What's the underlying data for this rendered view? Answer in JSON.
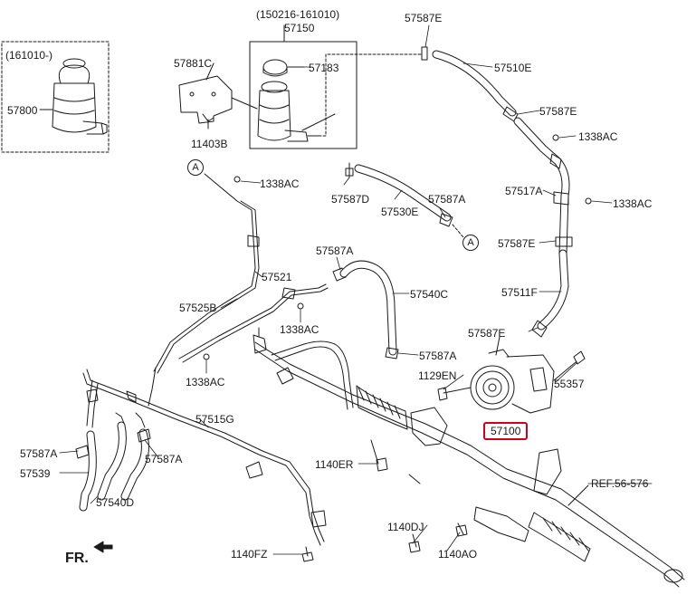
{
  "labels": {
    "variant_new_range": "(161010-)",
    "reservoir_new": "57800",
    "variant_old_range": "(150216-161010)",
    "reservoir_assy": "57150",
    "cap": "57183",
    "bracket": "57881C",
    "bolt_bracket": "11403B",
    "clamp_top": "57587E",
    "hose_return_upper": "57510E",
    "clamp_right_mid": "57587E",
    "bolt_right_top": "1338AC",
    "pipe_return": "57517A",
    "bolt_right_mid": "1338AC",
    "clamp_right_low": "57587E",
    "hose_right": "57511F",
    "clamp_pump": "57587E",
    "clamp_reservoir": "57587D",
    "hose_suction": "57530E",
    "clamp_suction": "57587A",
    "bolt_left_top": "1338AC",
    "clamp_center": "57587A",
    "tube_center": "57521",
    "hose_pressure": "57540C",
    "tube_left": "57525B",
    "bolt_center": "1338AC",
    "clamp_gear": "57587A",
    "bolt_left_mid": "1338AC",
    "bolt_pump": "1129EN",
    "bolt_pump_right": "55357",
    "pump": "57100",
    "cooler": "57515G",
    "clamp_left_a": "57587A",
    "clamp_left_b": "57587A",
    "hose_cooler": "57539",
    "hose_cooler_lower": "57540D",
    "bolt_gear_mid": "1140ER",
    "ref": "REF.56-576",
    "bolt_gear_dj": "1140DJ",
    "bolt_gear_ao": "1140AO",
    "bolt_fz": "1140FZ",
    "front_marker": "FR."
  },
  "refs": {
    "a_top": "A",
    "a_right": "A"
  },
  "highlight_color": "#d0021b"
}
